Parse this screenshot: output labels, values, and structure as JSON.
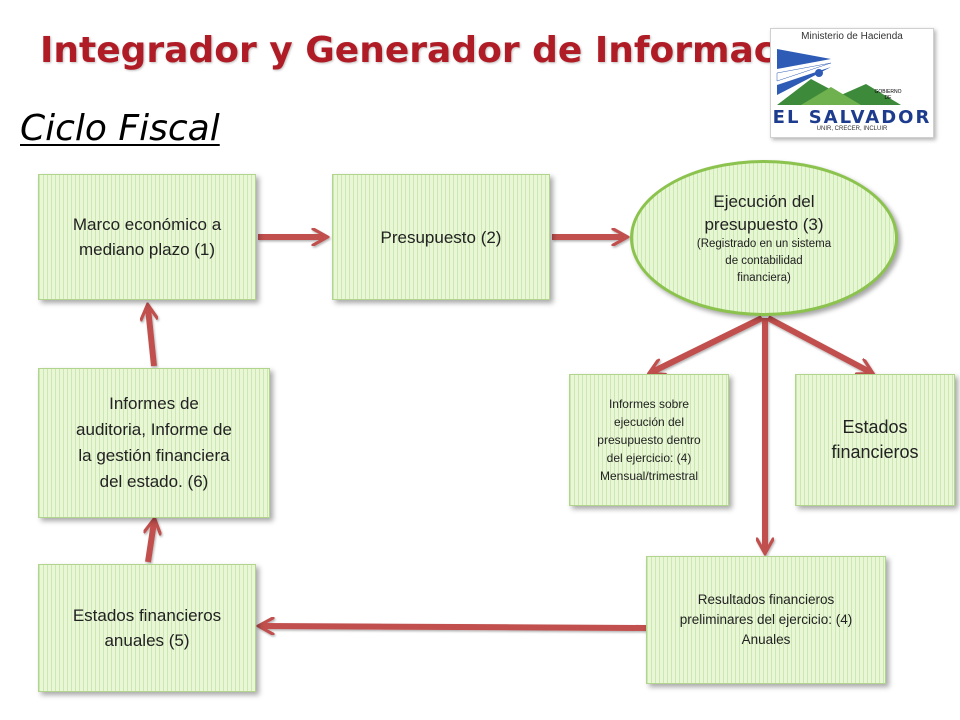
{
  "header": {
    "title": "Integrador y Generador de Información",
    "subtitle": "Ciclo Fiscal"
  },
  "logo": {
    "ministry": "Ministerio de Hacienda",
    "gov": "GOBIERNO DE",
    "country": "EL SALVADOR",
    "motto": "UNIR, CRECER, INCLUIR"
  },
  "diagram": {
    "nodes": {
      "marco": "Marco económico a\nmediano plazo (1)",
      "presupuesto": "Presupuesto (2)",
      "ejecucion": "Ejecución del\npresupuesto (3)",
      "ejecucion_note": "(Registrado en un sistema\nde contabilidad\nfinanciera)",
      "informes_ejecucion": "Informes sobre\nejecución del\npresupuesto dentro\ndel ejercicio: (4)\nMensual/trimestral",
      "estados": "Estados\nfinancieros",
      "resultados": "Resultados financieros\npreliminares del ejercicio: (4)\nAnuales",
      "estados_anuales": "Estados financieros\nanuales (5)",
      "informes_auditoria": "Informes de\nauditoria, Informe de\nla gestión financiera\ndel estado. (6)"
    },
    "colors": {
      "arrow": "#c0504d",
      "title": "#b01c25",
      "box_fill": "#e9f7d6",
      "box_border": "#b2d58e",
      "oval_border": "#8cc34e",
      "logo_text": "#1d3c8e"
    }
  }
}
